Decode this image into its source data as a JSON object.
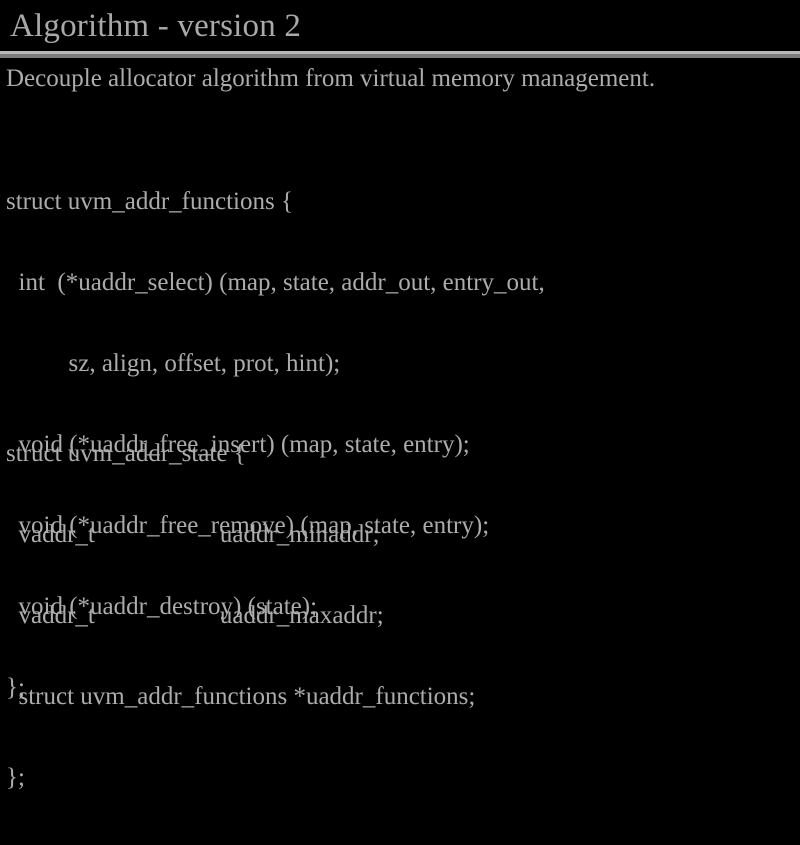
{
  "slide": {
    "title": "Algorithm - version 2",
    "intro": "Decouple allocator algorithm from virtual memory management.",
    "code_block_1": [
      "struct uvm_addr_functions {",
      "  int  (*uaddr_select) (map, state, addr_out, entry_out,",
      "          sz, align, offset, prot, hint);",
      "  void (*uaddr_free_insert) (map, state, entry);",
      "  void (*uaddr_free_remove) (map, state, entry);",
      "  void (*uaddr_destroy) (state);",
      "};"
    ],
    "code_block_2": [
      "struct uvm_addr_state {",
      "  vaddr_t                    uaddr_minaddr;",
      "  vaddr_t                    uaddr_maxaddr;",
      "  struct uvm_addr_functions *uaddr_functions;",
      "};"
    ],
    "colors": {
      "background": "#000000",
      "text": "#acacac",
      "title_text": "#a9a9a9",
      "rule_light": "#b8b8b8",
      "rule_dark": "#7c7c7c"
    }
  }
}
